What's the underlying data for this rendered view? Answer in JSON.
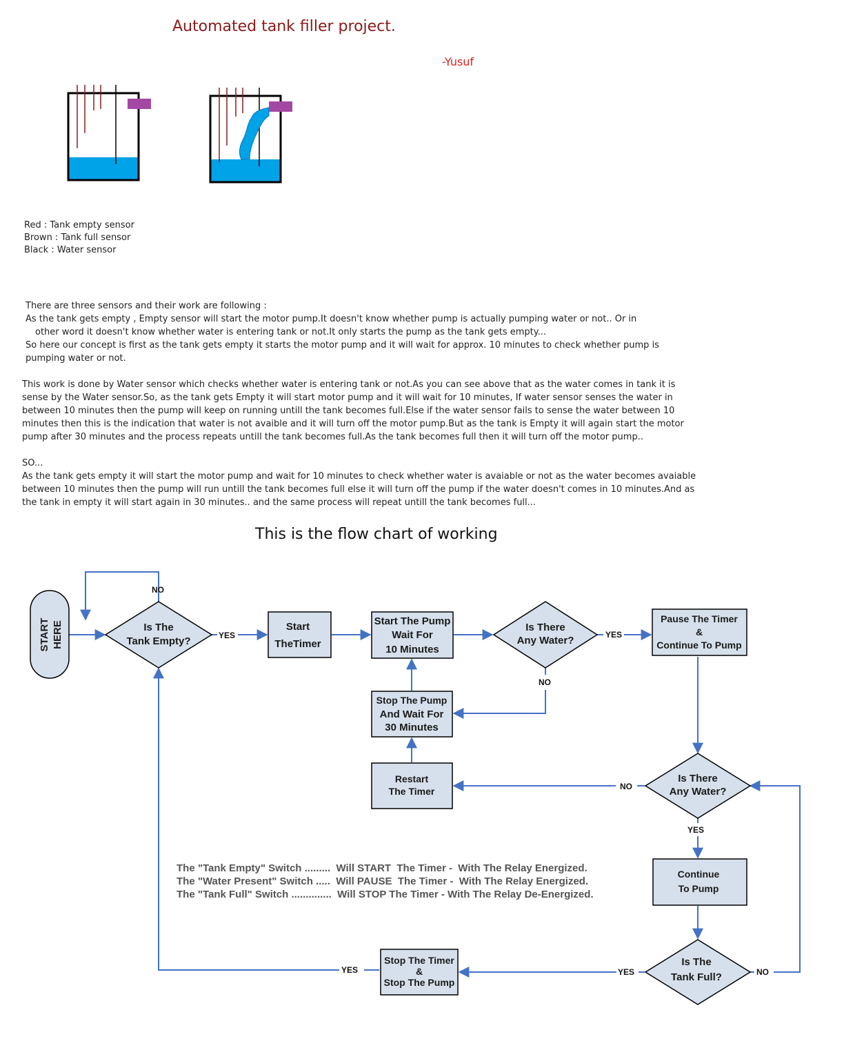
{
  "header": {
    "title": "Automated tank filler project.",
    "author": "-Yusuf"
  },
  "legend": [
    "Red : Tank empty sensor",
    "Brown : Tank full sensor",
    "Black : Water sensor"
  ],
  "paragraph1": [
    "There are three sensors and their work are following :",
    "As the tank gets empty , Empty sensor will start the motor pump.It doesn't know whether pump is actually pumping water or not.. Or in",
    "other word it doesn't know whether water is entering tank or not.It only starts the pump as the tank gets empty...",
    "So here our concept is first as the tank gets empty it starts the motor pump and it will wait for approx. 10 minutes to check whether pump is",
    "pumping water or not."
  ],
  "paragraph2": [
    "This work is done by Water sensor which checks whether water is entering tank or not.As you can see above that as the water comes in tank it is",
    "sense by the Water sensor.So, as the tank gets Empty it will start motor pump and it will wait for 10 minutes, If water sensor senses the water in",
    "between 10 minutes then the pump will keep on running untill the tank becomes full.Else if the water sensor fails to sense the water between 10",
    "minutes then this is the indication that water is not avaible and it will turn off the motor pump.But as the tank is Empty it will again start the motor",
    "pump after 30 minutes and the process repeats untill the tank becomes full.As the tank becomes full then it will turn off the motor pump.."
  ],
  "paragraph3": [
    "SO...",
    "As the tank gets empty it will start the motor pump and wait for 10 minutes to check whether water is avaiable or not as the water becomes avaiable",
    "between 10 minutes then the pump will run untill the tank becomes full else it will turn off the pump if the water doesn't comes in 10 minutes.And as",
    "the tank in empty it will start again in 30 minutes.. and the same process will repeat untill the tank becomes full..."
  ],
  "flow_heading": "This is the flow chart of working",
  "flowchart": {
    "start": [
      "START",
      "HERE"
    ],
    "is_tank_empty": [
      "Is The",
      "Tank Empty?"
    ],
    "start_timer": [
      "Start",
      "TheTimer"
    ],
    "start_pump": [
      "Start The Pump",
      "Wait For",
      "10 Minutes"
    ],
    "is_there_water_1": [
      "Is There",
      "Any Water?"
    ],
    "pause_timer": [
      "Pause The Timer",
      "&",
      "Continue To Pump"
    ],
    "stop_pump_wait": [
      "Stop The Pump",
      "And Wait For",
      "30 Minutes"
    ],
    "restart_timer": [
      "Restart",
      "The Timer"
    ],
    "is_there_water_2": [
      "Is There",
      "Any Water?"
    ],
    "continue_pump": [
      "Continue",
      "To Pump"
    ],
    "is_tank_full": [
      "Is The",
      "Tank Full?"
    ],
    "stop_timer_pump": [
      "Stop The Timer",
      "&",
      "Stop The Pump"
    ],
    "labels": {
      "no_top": "NO",
      "yes_empty": "YES",
      "yes_water1": "YES",
      "no_water1": "NO",
      "no_water2": "NO",
      "yes_water2": "YES",
      "yes_full": "YES",
      "no_full": "NO",
      "yes_bottom": "YES"
    },
    "notes": [
      "The \"Tank Empty\" Switch .........  Will START  The Timer -  With The Relay Energized.",
      "The \"Water Present\" Switch .....  Will PAUSE  The Timer -  With The Relay Energized.",
      "The \"Tank Full\" Switch ..............  Will STOP The Timer - With The Relay De-Energized."
    ]
  },
  "colors": {
    "title": "#8b1a1a",
    "author": "#e02020",
    "box_fill": "#d6e0ec",
    "arrow": "#4472c4",
    "water": "#00a2e8",
    "switch": "#a349a4"
  }
}
